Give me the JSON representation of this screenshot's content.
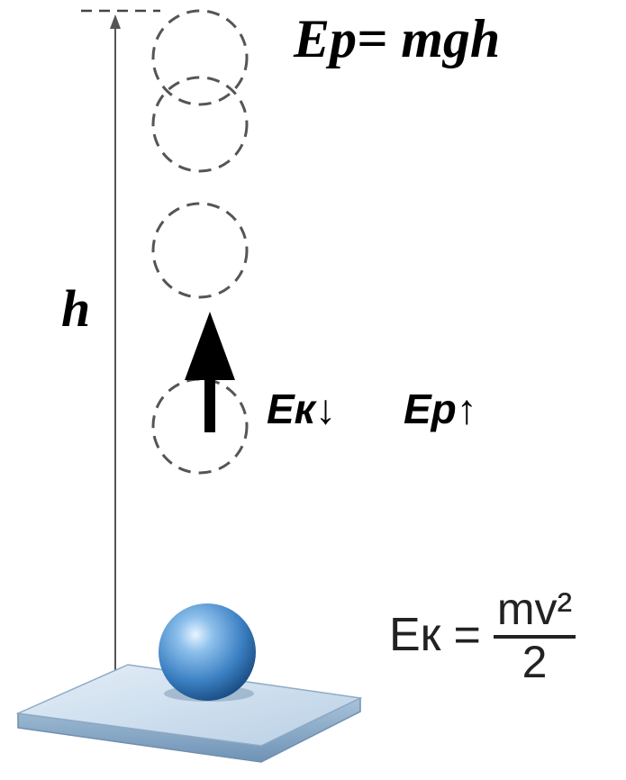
{
  "formulas": {
    "potential": "Ep= mgh",
    "kinetic_lhs": "Eк",
    "kinetic_eq": "=",
    "kinetic_numerator": "mv²",
    "kinetic_denominator": "2"
  },
  "labels": {
    "height": "h",
    "kinetic_change": "Eк↓",
    "potential_change": "Ep↑"
  },
  "colors": {
    "ball": "#3f86c9",
    "platform_top": "#c9dcec",
    "platform_side": "#8fb0cd",
    "dashed_outline": "#555555",
    "arrow": "#000000"
  }
}
